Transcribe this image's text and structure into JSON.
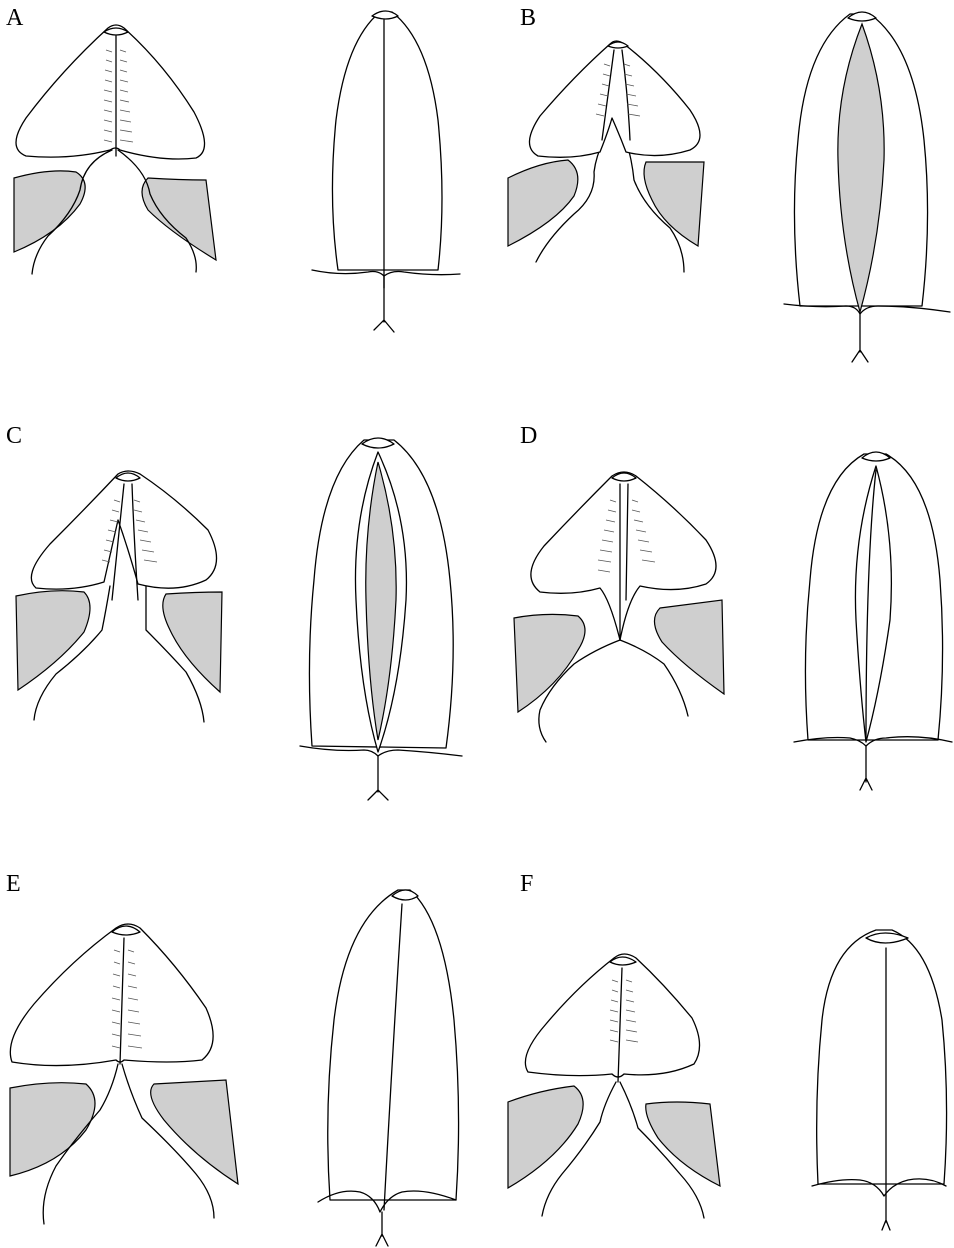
{
  "panels": [
    {
      "label": "A"
    },
    {
      "label": "B"
    },
    {
      "label": "C"
    },
    {
      "label": "D"
    },
    {
      "label": "E"
    },
    {
      "label": "F"
    }
  ],
  "colors": {
    "shade": "#cfcfcf",
    "line": "#000000",
    "background": "#ffffff"
  }
}
